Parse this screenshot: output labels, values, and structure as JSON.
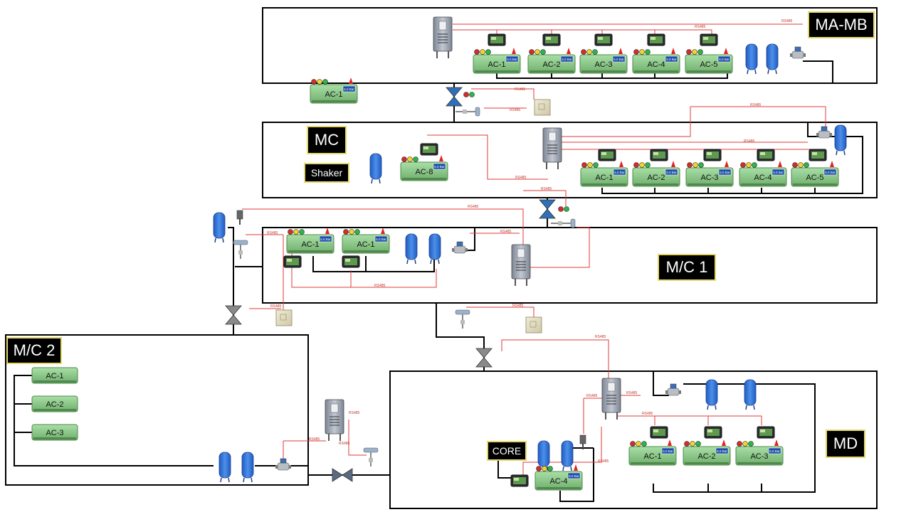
{
  "zones": {
    "ma_mb": "MA-MB",
    "mc": "MC",
    "mc1": "M/C 1",
    "mc2": "M/C 2",
    "md": "MD"
  },
  "tags": {
    "shaker": "Shaker",
    "core": "CORE"
  },
  "compressor_labels": {
    "ma_mb": [
      "AC-1",
      "AC-2",
      "AC-3",
      "AC-4",
      "AC-5"
    ],
    "ma_mb_outside": "AC-1",
    "mc_single": "AC-8",
    "mc": [
      "AC-1",
      "AC-2",
      "AC-3",
      "AC-4",
      "AC-5"
    ],
    "mc1": [
      "AC-1",
      "AC-1"
    ],
    "mc2": [
      "AC-1",
      "AC-2",
      "AC-3"
    ],
    "md": [
      "AC-1",
      "AC-2",
      "AC-3"
    ],
    "md_core": "AC-4"
  },
  "signal_label": "RS485",
  "badge_label": "5.0 Bar",
  "colors": {
    "line": "#000000",
    "signal": "#e03a3a",
    "compressor": "#8fcf8f",
    "compressor_dark": "#5e9e5e",
    "tank": "#2f6fd6",
    "valve_blue": "#2f6fb8",
    "valve_grey": "#8a8a8a",
    "panel": "#9aa2b0"
  }
}
